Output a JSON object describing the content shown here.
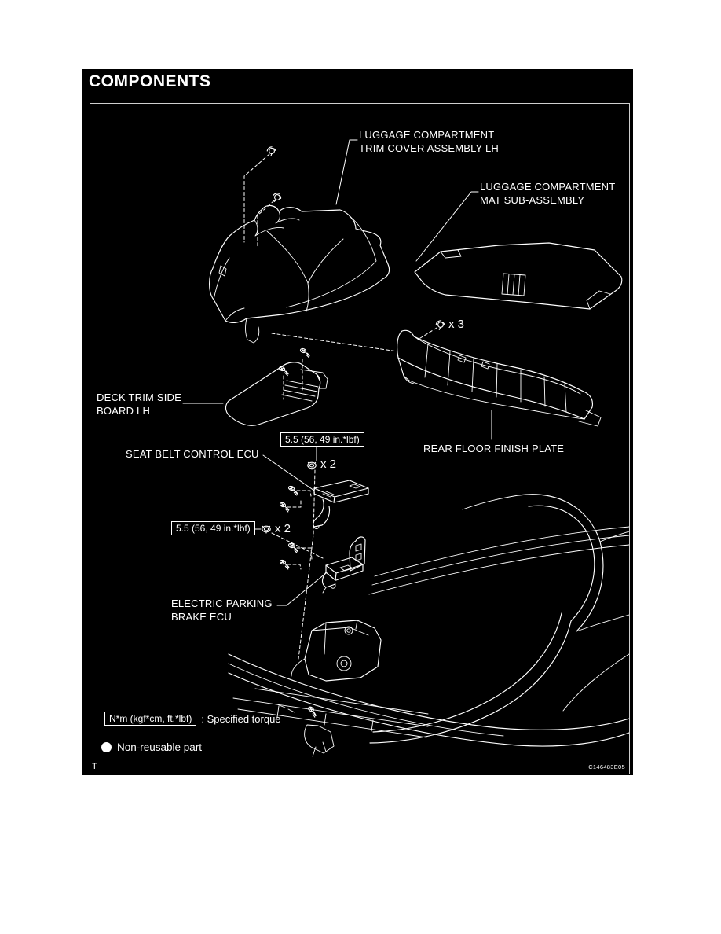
{
  "header": {
    "title": "COMPONENTS"
  },
  "diagram": {
    "figure_code": "C146483E05",
    "corner_mark": "T",
    "colors": {
      "page": "#ffffff",
      "background": "#000000",
      "line": "#ffffff"
    }
  },
  "callouts": {
    "trim_cover": {
      "line1": "LUGGAGE COMPARTMENT",
      "line2": "TRIM COVER ASSEMBLY LH"
    },
    "mat": {
      "line1": "LUGGAGE COMPARTMENT",
      "line2": "MAT SUB-ASSEMBLY"
    },
    "deck_trim_board": {
      "line1": "DECK TRIM SIDE",
      "line2": "BOARD LH"
    },
    "rear_floor_plate": {
      "label": "REAR FLOOR FINISH PLATE"
    },
    "seat_belt_ecu": {
      "label": "SEAT BELT CONTROL ECU"
    },
    "parking_brake_ecu": {
      "line1": "ELECTRIC PARKING",
      "line2": "BRAKE ECU"
    }
  },
  "fasteners": {
    "clip_count": "x 3",
    "bolt_count_seat_belt": "x 2",
    "bolt_count_parking_brake": "x 2"
  },
  "torque": {
    "seat_belt_ecu": "5.5 (56, 49 in.*lbf)",
    "parking_brake_ecu": "5.5 (56, 49 in.*lbf)"
  },
  "legend": {
    "torque_unit_box": "N*m (kgf*cm, ft.*lbf)",
    "torque_note": ": Specified torque",
    "non_reusable": "Non-reusable part"
  }
}
